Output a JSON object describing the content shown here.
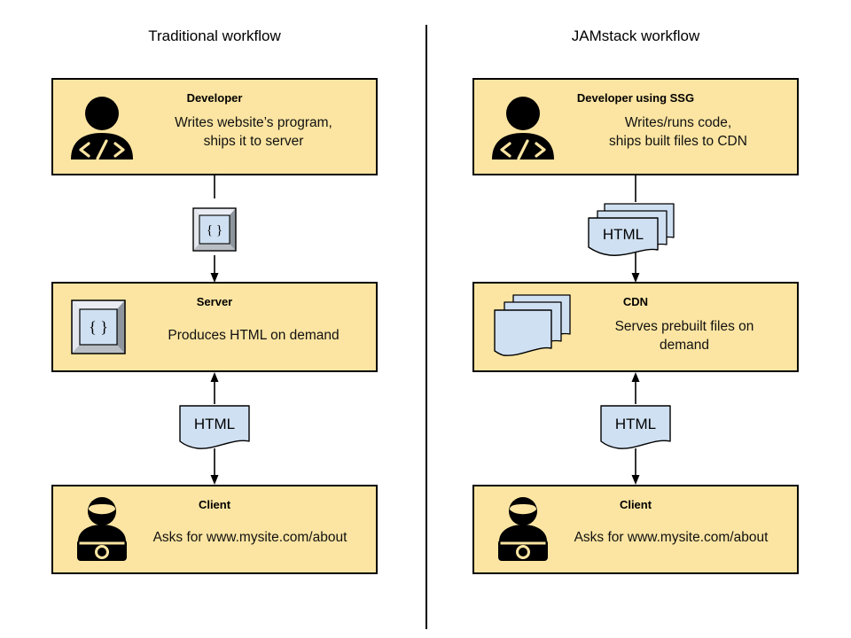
{
  "diagram": {
    "title_left": "Traditional workflow",
    "title_right": "JAMstack workflow",
    "colors": {
      "node_fill": "#fce5a2",
      "node_stroke": "#000000",
      "doc_fill": "#cfe0f2",
      "doc_stroke": "#000000",
      "icon_fill": "#000000",
      "background": "#ffffff"
    }
  },
  "left_column": {
    "nodes": [
      {
        "id": "developer",
        "title": "Developer",
        "body_line1": "Writes website’s program,",
        "body_line2": "ships it to server",
        "icon": "developer-code-person-icon"
      },
      {
        "id": "server",
        "title": "Server",
        "body_line1": "Produces HTML on demand",
        "body_line2": "",
        "icon": "code-braces-box-icon"
      },
      {
        "id": "client",
        "title": "Client",
        "body_line1": "Asks for www.mysite.com/about",
        "body_line2": "",
        "icon": "client-laptop-person-icon"
      }
    ],
    "connectors": [
      {
        "id": "dev-to-server",
        "from": "developer",
        "to": "server",
        "direction": "down",
        "badge": "code-braces-box-icon",
        "badge_label": "{ }"
      },
      {
        "id": "server-to-client",
        "from": "server",
        "to": "client",
        "direction": "both",
        "badge": "html-document-icon",
        "badge_label": "HTML"
      }
    ]
  },
  "right_column": {
    "nodes": [
      {
        "id": "developer-ssg",
        "title": "Developer using SSG",
        "body_line1": "Writes/runs code,",
        "body_line2": "ships built files to CDN",
        "icon": "developer-code-person-icon"
      },
      {
        "id": "cdn",
        "title": "CDN",
        "body_line1": "Serves prebuilt files on",
        "body_line2": "demand",
        "icon": "html-document-stack-icon"
      },
      {
        "id": "client",
        "title": "Client",
        "body_line1": "Asks for www.mysite.com/about",
        "body_line2": "",
        "icon": "client-laptop-person-icon"
      }
    ],
    "connectors": [
      {
        "id": "dev-to-cdn",
        "from": "developer-ssg",
        "to": "cdn",
        "direction": "down",
        "badge": "html-document-stack-icon",
        "badge_label": "HTML"
      },
      {
        "id": "cdn-to-client",
        "from": "cdn",
        "to": "client",
        "direction": "both",
        "badge": "html-document-icon",
        "badge_label": "HTML"
      }
    ]
  }
}
